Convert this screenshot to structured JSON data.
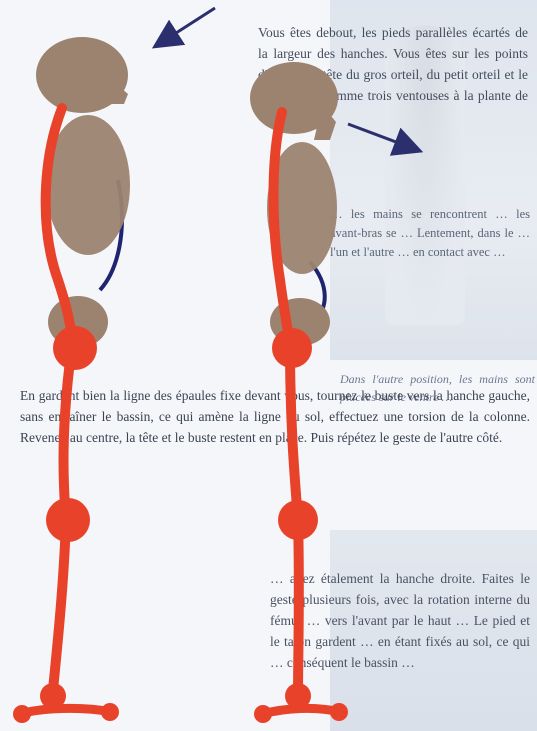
{
  "text": {
    "right_top": "Vous êtes debout, les pieds parallèles écartés de la largeur des hanches. Vous êtes sur les points d'appui : la tête du gros orteil, du petit orteil et le talon. Ayez comme trois ventouses à la plante de chaque pied.",
    "right_mid": "… les mains se rencontrent … les avant-bras se … Lentement, dans le … l'un et l'autre … en contact avec …",
    "caption": "Dans l'autre position, les mains sont placées sur le ventre …",
    "wide": "En gardant bien la ligne des épaules fixe devant vous, tournez le buste vers la hanche gauche, sans entraîner le bassin, ce qui amène la ligne du sol, effectuez une torsion de la colonne. Revenez au centre, la tête et le buste restent en place. Puis répétez le geste de l'autre côté.",
    "bottom": "… avez étalement la hanche droite. Faites le geste plusieurs fois, avec la rotation interne du fémur … vers l'avant par le haut … Le pied et le talon gardent … en étant fixés au sol, ce qui … conséquent le bassin …"
  },
  "colors": {
    "spine": "#e8432a",
    "body_mass": "#9c8370",
    "arrow": "#2b2f6e",
    "belly_line": "#1f2470"
  },
  "icons": {
    "arrow_left_figure": "arrow-down-left-icon",
    "arrow_right_figure": "arrow-down-right-icon"
  }
}
